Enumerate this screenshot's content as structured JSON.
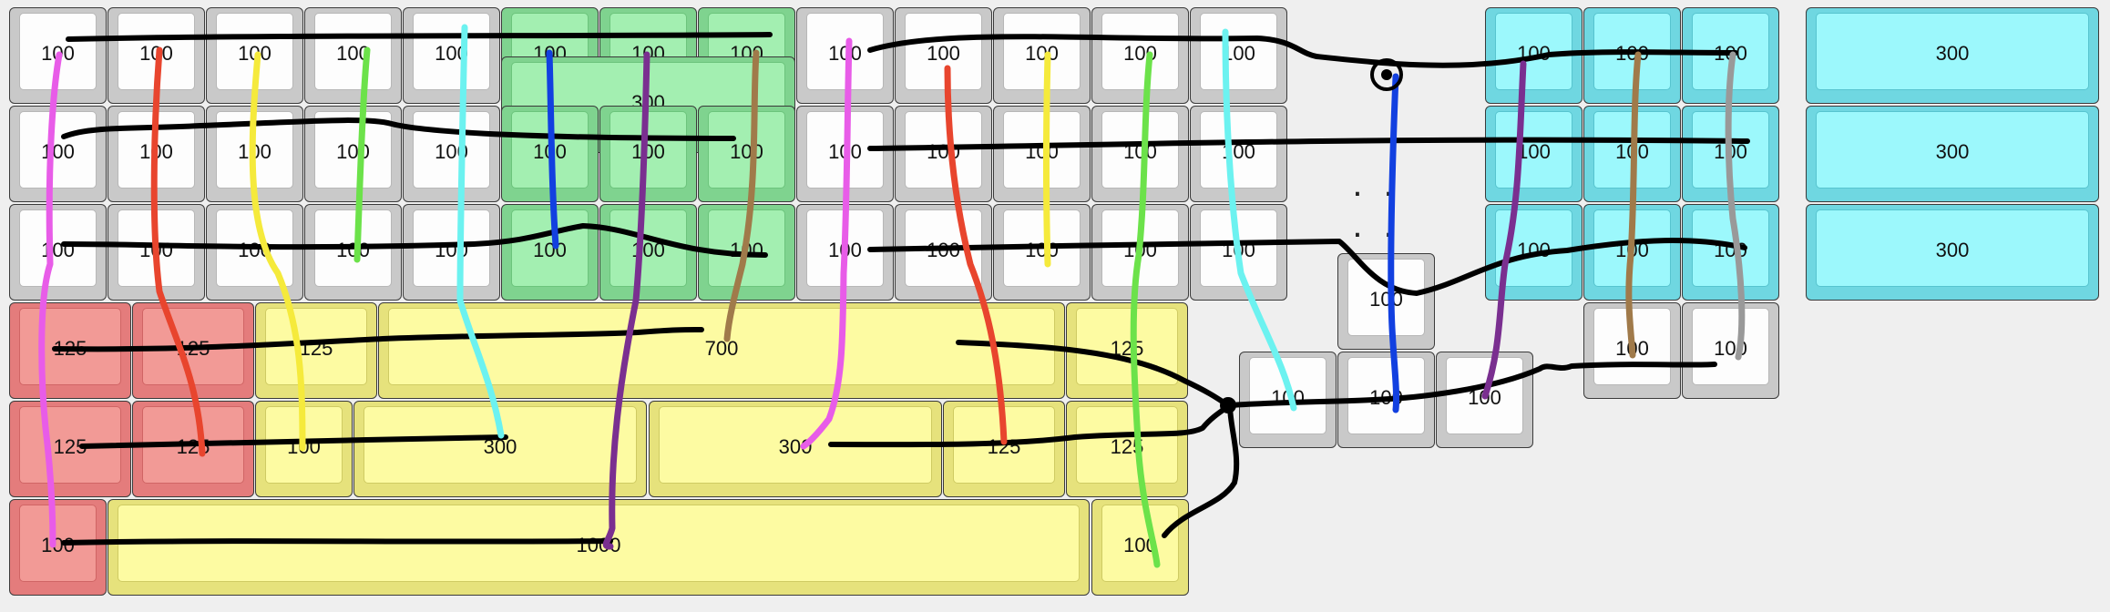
{
  "keys": [
    {
      "label": "100",
      "color": "white"
    },
    {
      "label": "100",
      "color": "white"
    },
    {
      "label": "100",
      "color": "white"
    },
    {
      "label": "100",
      "color": "white"
    },
    {
      "label": "100",
      "color": "white"
    },
    {
      "label": "100",
      "color": "green"
    },
    {
      "label": "100",
      "color": "green"
    },
    {
      "label": "100",
      "color": "green"
    },
    {
      "label": "100",
      "color": "white"
    },
    {
      "label": "100",
      "color": "white"
    },
    {
      "label": "100",
      "color": "white"
    },
    {
      "label": "100",
      "color": "white"
    },
    {
      "label": "100",
      "color": "white"
    },
    {
      "label": "100",
      "color": "cyan"
    },
    {
      "label": "100",
      "color": "cyan"
    },
    {
      "label": "100",
      "color": "cyan"
    },
    {
      "label": "300",
      "color": "cyan"
    },
    {
      "label": "300",
      "color": "green"
    },
    {
      "label": "100",
      "color": "white"
    },
    {
      "label": "100",
      "color": "white"
    },
    {
      "label": "100",
      "color": "white"
    },
    {
      "label": "100",
      "color": "white"
    },
    {
      "label": "100",
      "color": "white"
    },
    {
      "label": "100",
      "color": "green"
    },
    {
      "label": "100",
      "color": "green"
    },
    {
      "label": "100",
      "color": "green"
    },
    {
      "label": "100",
      "color": "white"
    },
    {
      "label": "100",
      "color": "white"
    },
    {
      "label": "100",
      "color": "white"
    },
    {
      "label": "100",
      "color": "white"
    },
    {
      "label": "100",
      "color": "white"
    },
    {
      "label": "100",
      "color": "cyan"
    },
    {
      "label": "100",
      "color": "cyan"
    },
    {
      "label": "100",
      "color": "cyan"
    },
    {
      "label": "300",
      "color": "cyan"
    },
    {
      "label": "100",
      "color": "white"
    },
    {
      "label": "100",
      "color": "white"
    },
    {
      "label": "100",
      "color": "white"
    },
    {
      "label": "100",
      "color": "white"
    },
    {
      "label": "100",
      "color": "white"
    },
    {
      "label": "100",
      "color": "green"
    },
    {
      "label": "100",
      "color": "green"
    },
    {
      "label": "100",
      "color": "green"
    },
    {
      "label": "100",
      "color": "white"
    },
    {
      "label": "100",
      "color": "white"
    },
    {
      "label": "100",
      "color": "white"
    },
    {
      "label": "100",
      "color": "white"
    },
    {
      "label": "100",
      "color": "white"
    },
    {
      "label": "100",
      "color": "cyan"
    },
    {
      "label": "100",
      "color": "cyan"
    },
    {
      "label": "100",
      "color": "cyan"
    },
    {
      "label": "300",
      "color": "cyan"
    },
    {
      "label": "100",
      "color": "white"
    },
    {
      "label": "125",
      "color": "red"
    },
    {
      "label": "125",
      "color": "red"
    },
    {
      "label": "125",
      "color": "yellow"
    },
    {
      "label": "700",
      "color": "yellow"
    },
    {
      "label": "125",
      "color": "yellow"
    },
    {
      "label": "100",
      "color": "white"
    },
    {
      "label": "100",
      "color": "white"
    },
    {
      "label": "125",
      "color": "red"
    },
    {
      "label": "125",
      "color": "red"
    },
    {
      "label": "100",
      "color": "yellow"
    },
    {
      "label": "300",
      "color": "yellow"
    },
    {
      "label": "300",
      "color": "yellow"
    },
    {
      "label": "125",
      "color": "yellow"
    },
    {
      "label": "125",
      "color": "yellow"
    },
    {
      "label": "100",
      "color": "white"
    },
    {
      "label": "100",
      "color": "white"
    },
    {
      "label": "100",
      "color": "white"
    },
    {
      "label": "100",
      "color": "red"
    },
    {
      "label": "1000",
      "color": "yellow"
    },
    {
      "label": "100",
      "color": "yellow"
    }
  ],
  "ellipsis": ". . . .",
  "wire_colors": {
    "black": "#000000",
    "magenta": "#e85ce8",
    "red": "#e8452e",
    "yellow": "#f5ea3c",
    "green": "#6ce24a",
    "cyan": "#6cf2f0",
    "blue": "#1240e0",
    "purple": "#7a2f90",
    "brown": "#a07a4a",
    "gray": "#999999"
  }
}
